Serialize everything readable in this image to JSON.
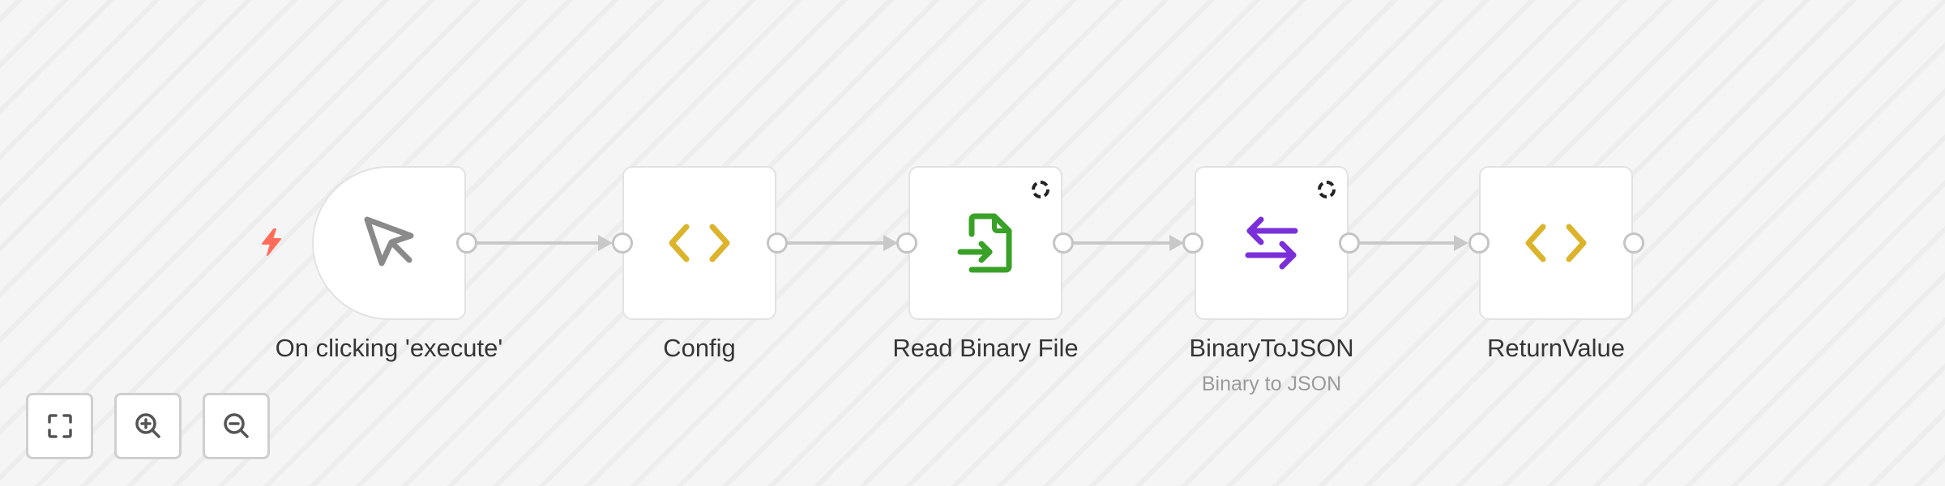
{
  "canvas": {
    "background": "#f5f5f5"
  },
  "nodes": [
    {
      "id": "trigger",
      "label": "On clicking 'execute'",
      "subtitle": "",
      "icon": "cursor-icon",
      "icon_color": "#8a8a8a",
      "type": "trigger",
      "trigger_icon": "bolt-icon",
      "trigger_color": "#ff6d5a"
    },
    {
      "id": "config",
      "label": "Config",
      "subtitle": "",
      "icon": "code-icon",
      "icon_color": "#dbb42c"
    },
    {
      "id": "read-binary-file",
      "label": "Read Binary File",
      "subtitle": "",
      "icon": "file-import-icon",
      "icon_color": "#3aa128",
      "status_icon": "dashed-circle-icon"
    },
    {
      "id": "binary-to-json",
      "label": "BinaryToJSON",
      "subtitle": "Binary to JSON",
      "icon": "swap-arrows-icon",
      "icon_color": "#7b2fd9",
      "status_icon": "dashed-circle-icon"
    },
    {
      "id": "return-value",
      "label": "ReturnValue",
      "subtitle": "",
      "icon": "code-icon",
      "icon_color": "#dbb42c"
    }
  ],
  "connections": [
    {
      "from": "trigger",
      "to": "config"
    },
    {
      "from": "config",
      "to": "read-binary-file"
    },
    {
      "from": "read-binary-file",
      "to": "binary-to-json"
    },
    {
      "from": "binary-to-json",
      "to": "return-value"
    }
  ],
  "controls": [
    {
      "id": "zoom-to-fit",
      "icon": "fit-view-icon"
    },
    {
      "id": "zoom-in",
      "icon": "zoom-in-icon"
    },
    {
      "id": "zoom-out",
      "icon": "zoom-out-icon"
    }
  ]
}
